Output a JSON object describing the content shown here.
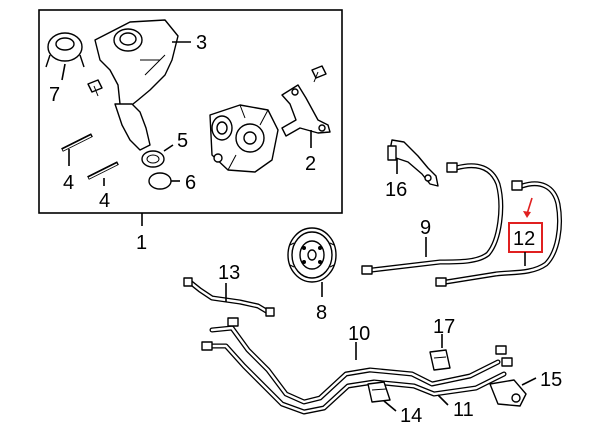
{
  "callouts": {
    "c1": "1",
    "c2": "2",
    "c3": "3",
    "c4a": "4",
    "c4b": "4",
    "c5": "5",
    "c6": "6",
    "c7": "7",
    "c8": "8",
    "c9": "9",
    "c10": "10",
    "c11": "11",
    "c12": "12",
    "c13": "13",
    "c14": "14",
    "c15": "15",
    "c16": "16",
    "c17": "17"
  },
  "colors": {
    "highlight": "#e02020",
    "line": "#000000",
    "background": "#ffffff"
  },
  "highlighted_part": "12"
}
